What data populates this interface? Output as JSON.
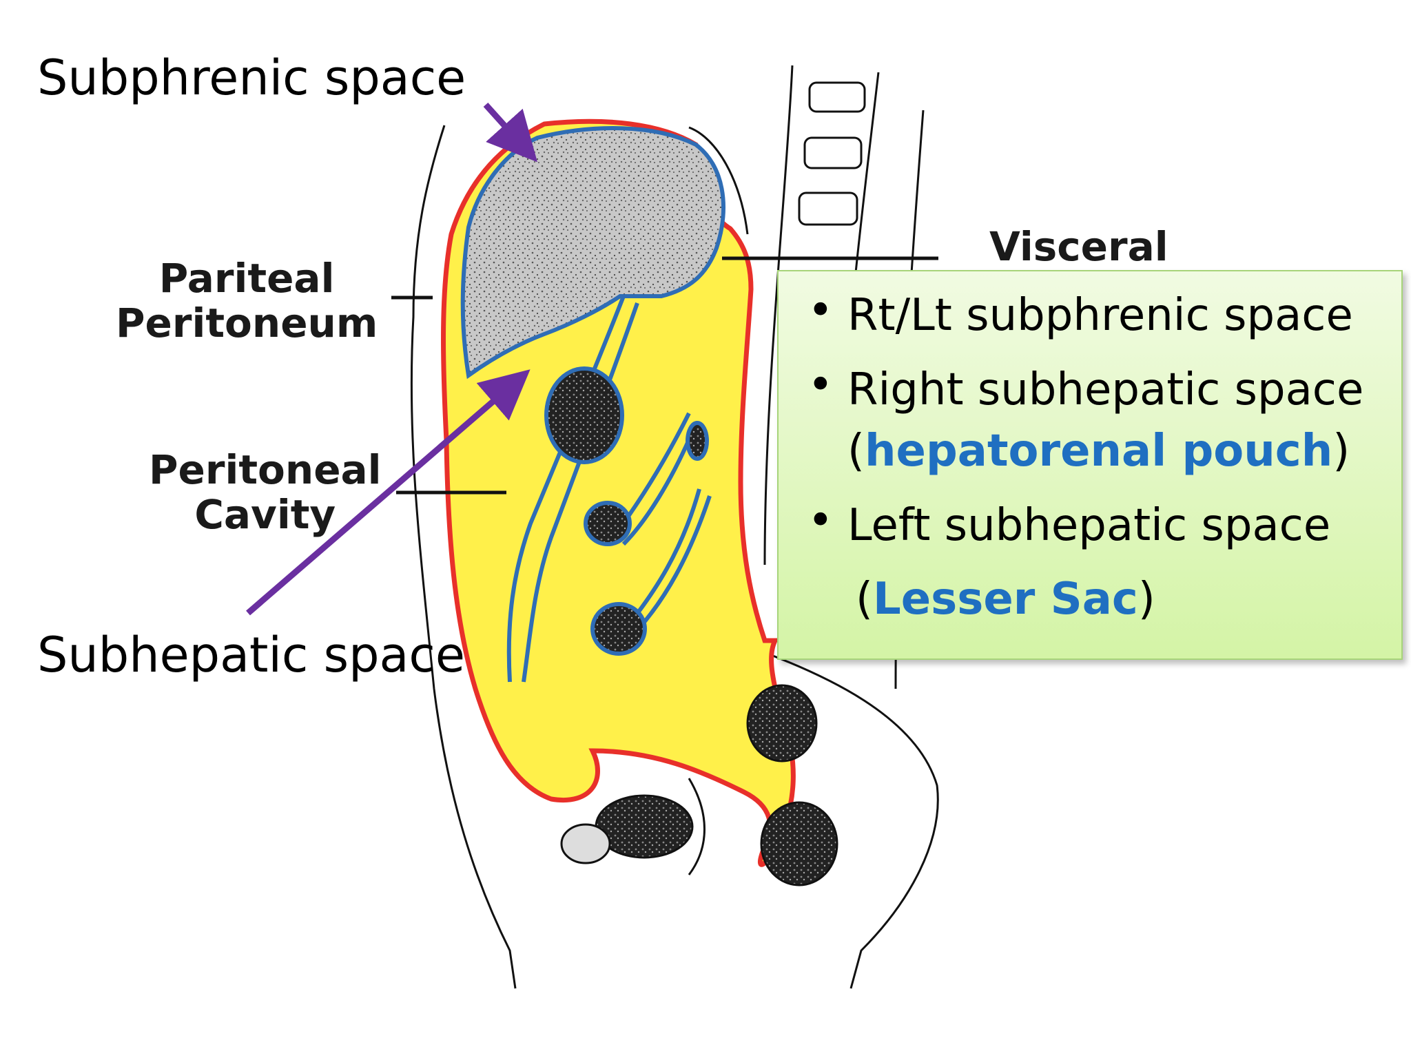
{
  "labels": {
    "subphrenic": "Subphrenic space",
    "subhepatic": "Subhepatic space",
    "parietal_line1": "Pariteal",
    "parietal_line2": "Peritoneum",
    "cavity_line1": "Peritoneal",
    "cavity_line2": "Cavity",
    "visceral": "Visceral"
  },
  "textbox": {
    "bullet_char": "•",
    "item1": "Rt/Lt subphrenic space",
    "item2_line1": "Right subhepatic space",
    "item2_open": "(",
    "item2_highlight": "hepatorenal pouch",
    "item2_close": ")",
    "item3_line1": "Left subhepatic space",
    "item3_open": "(",
    "item3_highlight": "Lesser Sac",
    "item3_close": ")"
  },
  "colors": {
    "arrow": "#6a2fa0",
    "cavity_fill": "#fff04a",
    "parietal_line": "#e8302a",
    "visceral_line": "#2f6db5",
    "liver_fill": "#b8b8b8",
    "accent_text": "#1f6fc1",
    "textbox_fill": "#d4f4a6"
  }
}
